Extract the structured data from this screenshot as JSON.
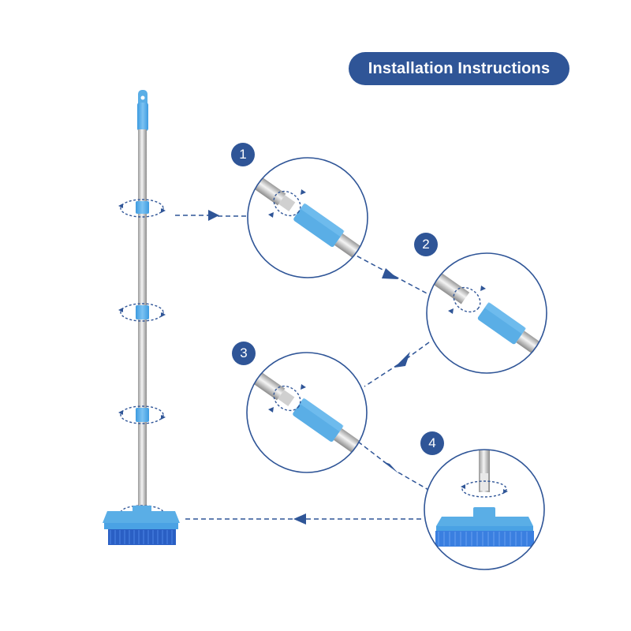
{
  "title": "Installation Instructions",
  "steps": [
    {
      "number": "1"
    },
    {
      "number": "2"
    },
    {
      "number": "3"
    },
    {
      "number": "4"
    }
  ],
  "colors": {
    "accent": "#2f5597",
    "handle_blue": "#5aaee6",
    "brush_blue": "#3a8fe0",
    "bristle_blue": "#2a66cc",
    "steel": "#c8c8c8"
  },
  "icons": [
    "rotate-arrows-icon",
    "dashed-arrow-icon"
  ]
}
